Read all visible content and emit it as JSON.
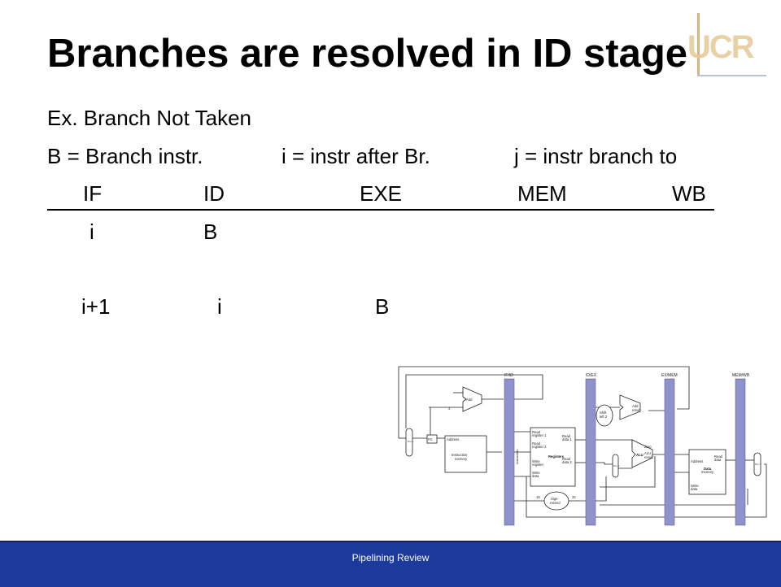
{
  "title": "Branches are resolved in ID stage",
  "logo": {
    "text": "UCR"
  },
  "lines": {
    "example": "Ex. Branch Not Taken",
    "legend_b": "B = Branch instr.",
    "legend_i": "i = instr after Br.",
    "legend_j": "j = instr branch to"
  },
  "pipeline": {
    "stages": [
      "IF",
      "ID",
      "EXE",
      "MEM",
      "WB"
    ],
    "rows": [
      [
        "i",
        "B",
        "",
        "",
        ""
      ],
      [
        "i+1",
        "i",
        "B",
        "",
        ""
      ]
    ]
  },
  "diagram": {
    "pipeline_registers": [
      "IF/ID",
      "ID/EX",
      "EX/MEM",
      "MEM/WB"
    ],
    "labels": {
      "add": "Add",
      "add_result_1": "Add",
      "add_result_2": "result",
      "shift_1": "Shift",
      "shift_2": "left 2",
      "pc": "PC",
      "address": "Address",
      "instr_mem_1": "Instruction",
      "instr_mem_2": "memory",
      "instruction": "Instruction",
      "read_reg1_a": "Read",
      "read_reg1_b": "register 1",
      "read_reg2_a": "Read",
      "read_reg2_b": "register 2",
      "write_reg_a": "Write",
      "write_reg_b": "register",
      "write_data_a": "Write",
      "write_data_b": "data",
      "registers": "Registers",
      "read_data1_a": "Read",
      "read_data1_b": "data 1",
      "read_data2_a": "Read",
      "read_data2_b": "data 2",
      "alu": "ALU",
      "zero": "Zero",
      "alu_result_a": "ALU",
      "alu_result_b": "result",
      "dm_address": "Address",
      "dm_read_a": "Read",
      "dm_read_b": "data",
      "dm_name_a": "Data",
      "dm_name_b": "memory",
      "dm_write_a": "Write",
      "dm_write_b": "data",
      "sign_extend_a": "Sign-",
      "sign_extend_b": "extend",
      "four": "4",
      "sixteen": "16",
      "thirtytwo": "32",
      "mux": "M u x"
    }
  },
  "footer": {
    "text": "Pipelining Review"
  },
  "colors": {
    "footer_bg": "#1b3a9c",
    "pipeline_reg": "#8f93c9",
    "logo": "#e6c896"
  }
}
